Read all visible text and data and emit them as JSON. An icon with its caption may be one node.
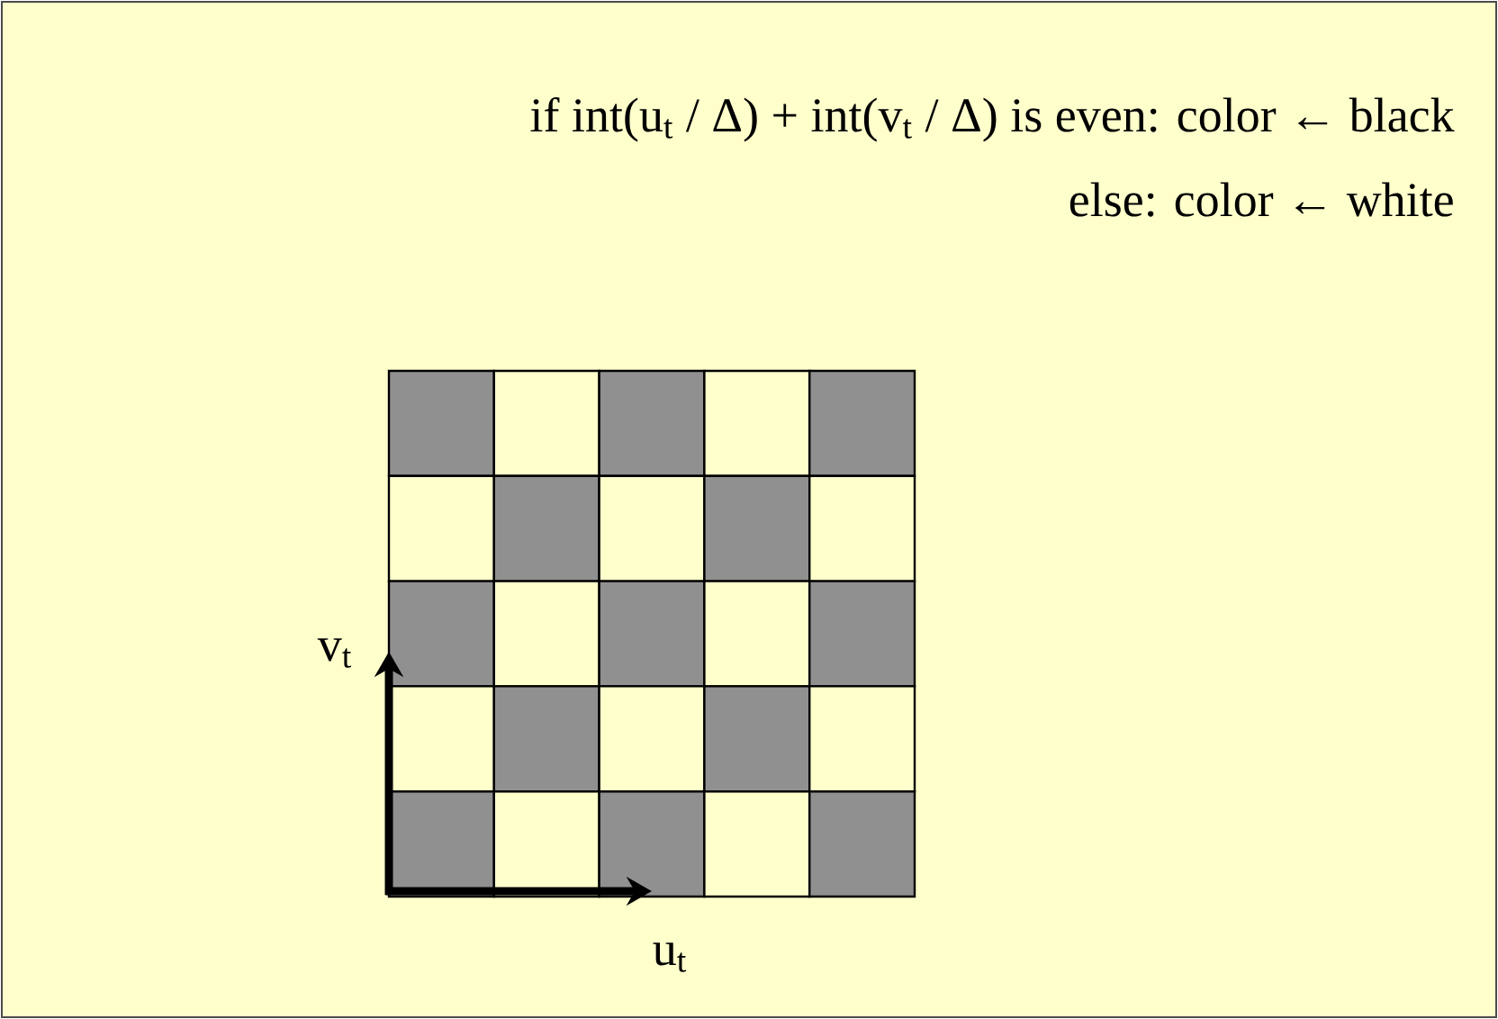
{
  "diagram": {
    "labels": [
      "if int(u$_{t}$ / Δ) + int(v$_{t}$ / Δ) is even:  color ← black",
      "else:  color ← white",
      "v$_{t}$",
      "u$_{t}$"
    ]
  }
}
